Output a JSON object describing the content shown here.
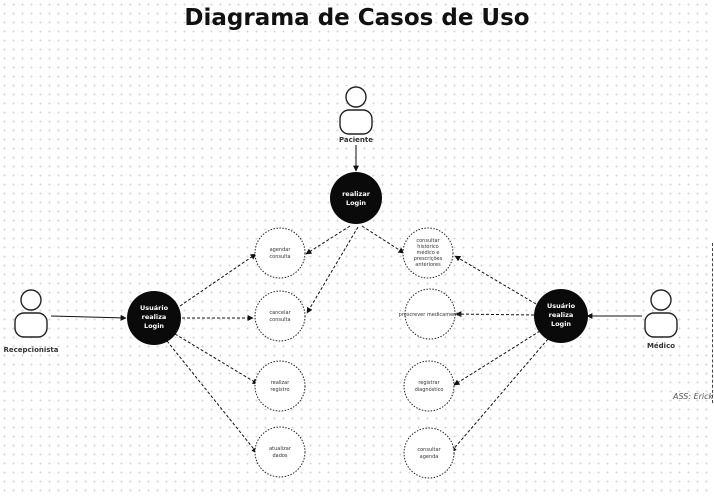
{
  "title": "Diagrama de Casos de Uso",
  "actors": {
    "paciente": "Paciente",
    "recepcionista": "Recepcionista",
    "medico": "Médico"
  },
  "hubs": {
    "login_top": [
      "realizar",
      "Login"
    ],
    "login_left": [
      "Usuário",
      "realiza",
      "Login"
    ],
    "login_right": [
      "Usuário",
      "realiza",
      "Login"
    ]
  },
  "use_cases": {
    "agendar": [
      "agendar",
      "consulta"
    ],
    "cancelar": [
      "cancelar",
      "consulta"
    ],
    "registro": [
      "realizar",
      "registro"
    ],
    "atualizar": [
      "atualizar",
      "dados"
    ],
    "historico": [
      "consultar",
      "histórico",
      "médico e",
      "prescrições",
      "anteriores"
    ],
    "prescrever": [
      "prescrever medicamento"
    ],
    "diagnostico": [
      "registrar",
      "diagnóstico"
    ],
    "agenda": [
      "consultar",
      "agenda"
    ]
  },
  "signature": "ASS: Erick"
}
